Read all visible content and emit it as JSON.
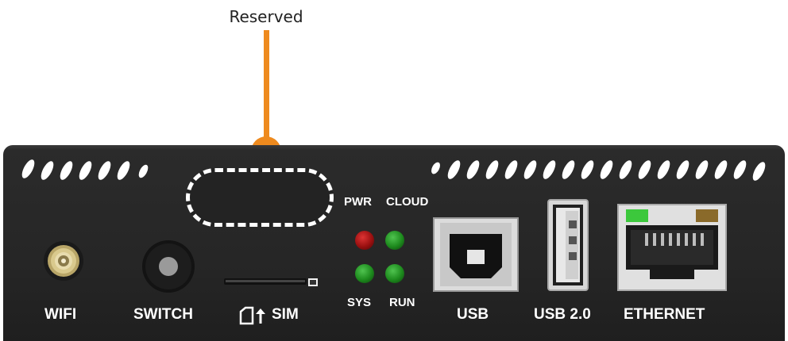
{
  "callout": {
    "label": "Reserved",
    "color": "#ee8a1e"
  },
  "labels": {
    "wifi": "WIFI",
    "switch": "SWITCH",
    "sim": "SIM",
    "pwr": "PWR",
    "cloud": "CLOUD",
    "sys": "SYS",
    "run": "RUN",
    "usb": "USB",
    "usb2": "USB 2.0",
    "ethernet": "ETHERNET"
  },
  "leds": {
    "pwr_color": "#c0201f",
    "status_color": "#1f9a2a"
  }
}
